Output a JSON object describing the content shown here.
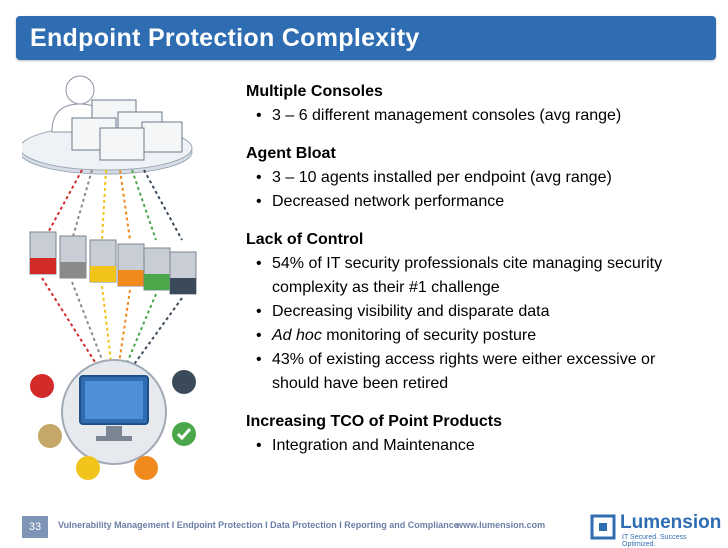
{
  "slide": {
    "title": "Endpoint Protection Complexity",
    "page_number": "33",
    "footer_tagline": "Vulnerability Management I Endpoint Protection I Data Protection I Reporting and Compliance",
    "footer_url": "www.lumension.com",
    "brand": "Lumension",
    "slogan": "IT Secured. Success Optimized.",
    "sections": [
      {
        "title": "Multiple Consoles",
        "bullets": [
          {
            "text": "3 – 6 different management consoles (avg range)"
          }
        ]
      },
      {
        "title": "Agent Bloat",
        "bullets": [
          {
            "text": "3 – 10 agents installed per endpoint (avg range)"
          },
          {
            "text": "Decreased network performance"
          }
        ]
      },
      {
        "title": "Lack of Control",
        "bullets": [
          {
            "text": "54% of IT security professionals cite managing security complexity as their #1 challenge"
          },
          {
            "text": "Decreasing visibility and disparate data"
          },
          {
            "italic": "Ad hoc",
            "text": " monitoring of security posture"
          },
          {
            "text": "43% of existing access rights were either excessive or should have been retired"
          }
        ]
      },
      {
        "title": "Increasing TCO of Point Products",
        "bullets": [
          {
            "text": "Integration and Maintenance"
          }
        ]
      }
    ]
  },
  "colors": {
    "title_bar": "#2f6db3",
    "server_colors": [
      "#d32a2a",
      "#8a8a8a",
      "#f2c318",
      "#f08a1c",
      "#4ba84a",
      "#3a4a5a"
    ]
  }
}
